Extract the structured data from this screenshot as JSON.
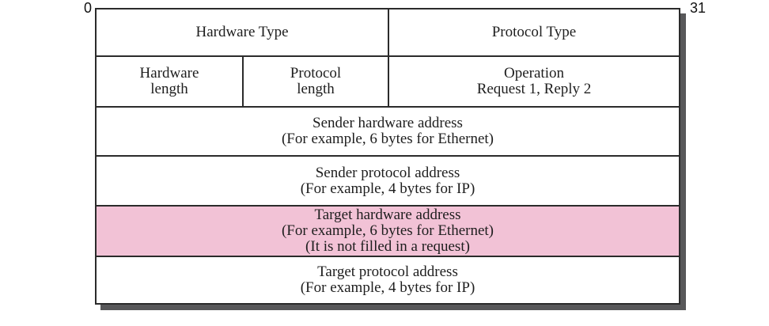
{
  "bit_labels": {
    "start": "0",
    "end": "31"
  },
  "colors": {
    "background": "#ffffff",
    "border": "#2b2b2b",
    "shadow": "#58585a",
    "text": "#1e1e1e",
    "highlight_pink": "#f2c2d6"
  },
  "fields": {
    "hardware_type": {
      "lines": [
        "Hardware Type"
      ]
    },
    "protocol_type": {
      "lines": [
        "Protocol Type"
      ]
    },
    "hardware_length": {
      "lines": [
        "Hardware",
        "length"
      ]
    },
    "protocol_length": {
      "lines": [
        "Protocol",
        "length"
      ]
    },
    "operation": {
      "lines": [
        "Operation",
        "Request 1, Reply 2"
      ]
    },
    "sender_hardware_address": {
      "lines": [
        "Sender hardware address",
        "(For example, 6 bytes for Ethernet)"
      ]
    },
    "sender_protocol_address": {
      "lines": [
        "Sender protocol address",
        "(For example, 4 bytes for IP)"
      ]
    },
    "target_hardware_address": {
      "lines": [
        "Target hardware address",
        "(For example, 6 bytes for Ethernet)",
        "(It is not filled in a request)"
      ]
    },
    "target_protocol_address": {
      "lines": [
        "Target protocol address",
        "(For example, 4 bytes for IP)"
      ]
    }
  }
}
